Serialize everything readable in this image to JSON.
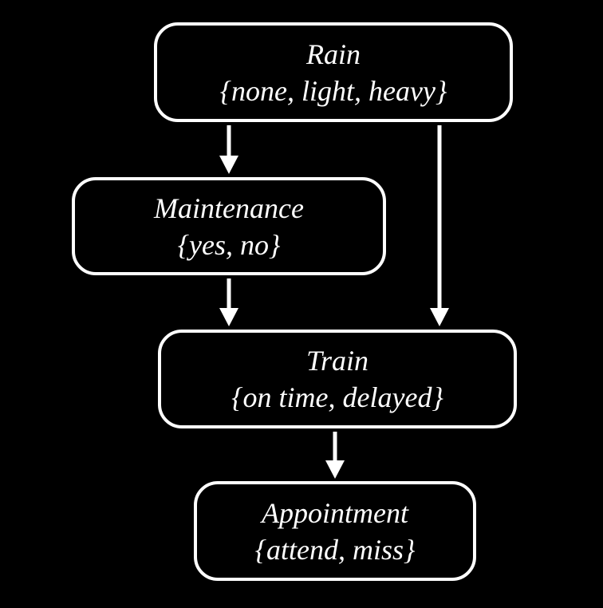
{
  "diagram": {
    "type": "bayesian-network",
    "background_color": "#000000",
    "node_border_color": "#ffffff",
    "node_text_color": "#ffffff",
    "arrow_color": "#ffffff",
    "nodes": [
      {
        "id": "rain",
        "label": "Rain",
        "values": "{none, light, heavy}"
      },
      {
        "id": "maintenance",
        "label": "Maintenance",
        "values": "{yes, no}"
      },
      {
        "id": "train",
        "label": "Train",
        "values": "{on time, delayed}"
      },
      {
        "id": "appointment",
        "label": "Appointment",
        "values": "{attend, miss}"
      }
    ],
    "edges": [
      {
        "from": "rain",
        "to": "maintenance"
      },
      {
        "from": "rain",
        "to": "train"
      },
      {
        "from": "maintenance",
        "to": "train"
      },
      {
        "from": "train",
        "to": "appointment"
      }
    ]
  }
}
